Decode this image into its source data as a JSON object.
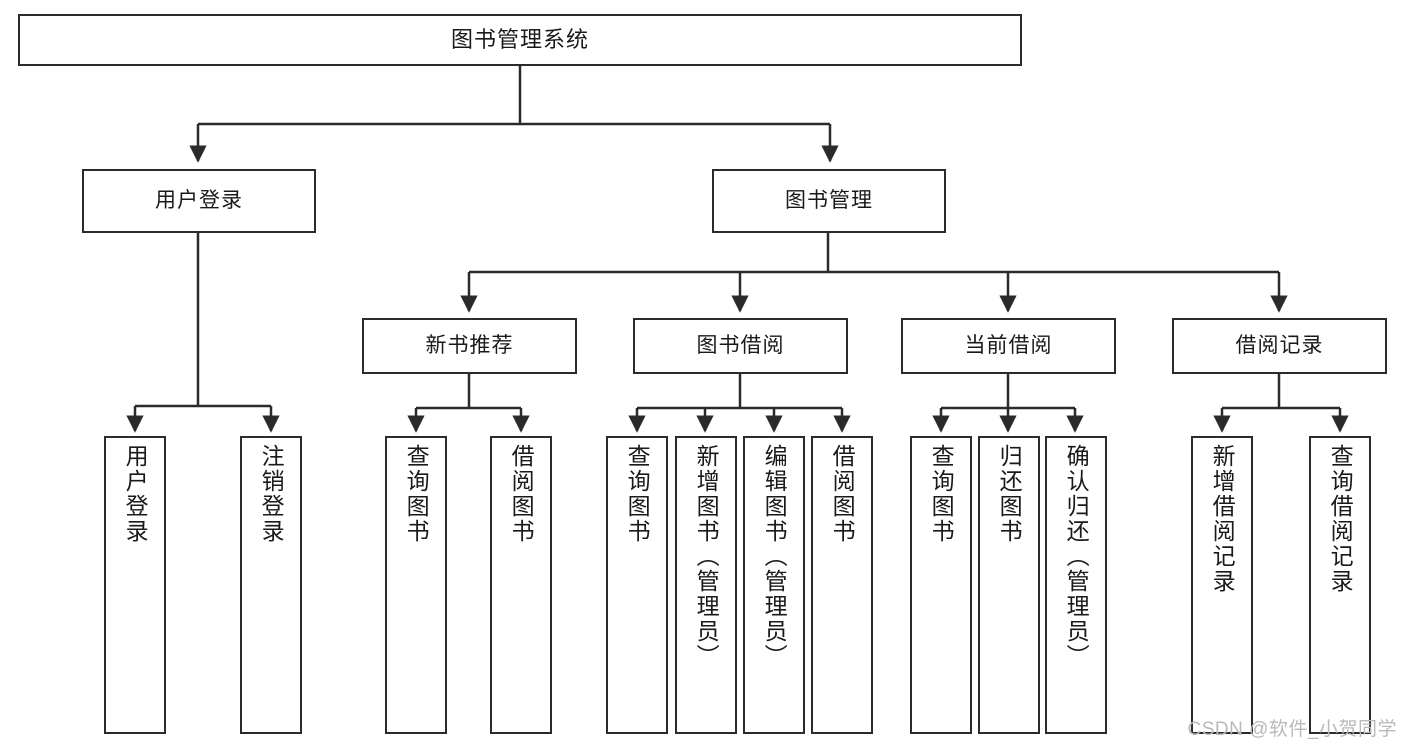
{
  "diagram": {
    "title": "图书管理系统",
    "watermark": "CSDN @软件_小贺同学",
    "colors": {
      "border": "#2b2b2b",
      "background": "#ffffff",
      "text": "#1a1a1a",
      "connector": "#2b2b2b",
      "watermark": "#b9b9b9"
    },
    "root": {
      "label": "图书管理系统"
    },
    "level2": [
      {
        "label": "用户登录"
      },
      {
        "label": "图书管理"
      }
    ],
    "level3": [
      {
        "label": "新书推荐"
      },
      {
        "label": "图书借阅"
      },
      {
        "label": "当前借阅"
      },
      {
        "label": "借阅记录"
      }
    ],
    "leaves": {
      "user_login": [
        {
          "label": "用户登录"
        },
        {
          "label": "注销登录"
        }
      ],
      "new_book_recommend": [
        {
          "label": "查询图书"
        },
        {
          "label": "借阅图书"
        }
      ],
      "book_borrow": [
        {
          "label": "查询图书"
        },
        {
          "label": "新增图书（管理员）"
        },
        {
          "label": "编辑图书（管理员）"
        },
        {
          "label": "借阅图书"
        }
      ],
      "current_borrow": [
        {
          "label": "查询图书"
        },
        {
          "label": "归还图书"
        },
        {
          "label": "确认归还（管理员）"
        }
      ],
      "borrow_record": [
        {
          "label": "新增借阅记录"
        },
        {
          "label": "查询借阅记录"
        }
      ]
    }
  }
}
